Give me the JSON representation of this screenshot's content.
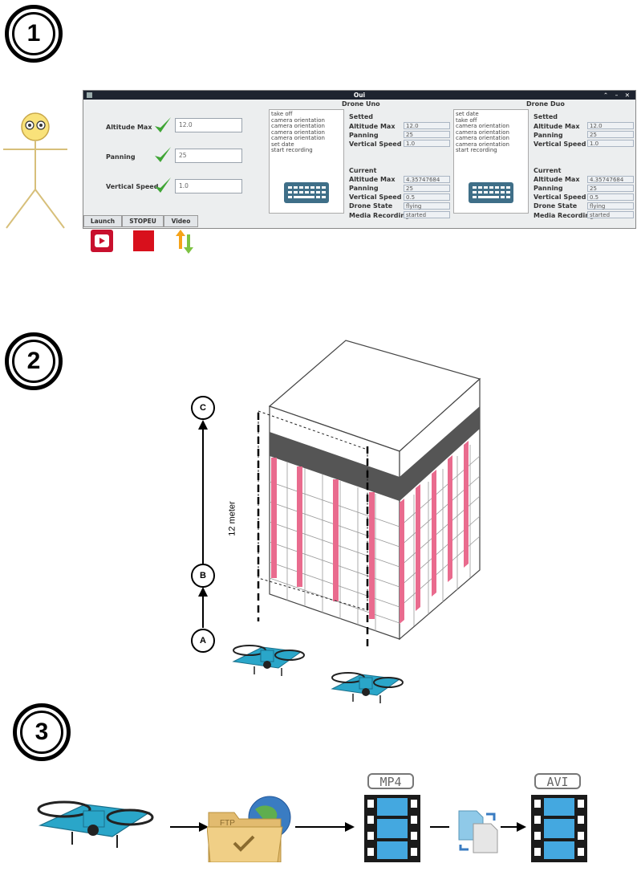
{
  "steps": [
    "1",
    "2",
    "3"
  ],
  "window": {
    "title": "Oui",
    "controls": "⌃ – ✕",
    "labels": {
      "altitude": "Altitude Max",
      "panning": "Panning",
      "vspeed": "Vertical Speed"
    },
    "inputs": {
      "altitude": "12.0",
      "panning": "25",
      "vspeed": "1.0"
    },
    "tabs": [
      "Launch",
      "STOPEU",
      "Video"
    ],
    "drones": [
      {
        "name": "Drone Uno",
        "log": [
          "take off",
          "camera orientation",
          "camera orientation",
          "camera orientation",
          "camera orientation",
          "set date",
          "start recording"
        ],
        "setted_title": "Setted",
        "setted": [
          {
            "label": "Altitude Max",
            "value": "12.0"
          },
          {
            "label": "Panning",
            "value": "25"
          },
          {
            "label": "Vertical Speed",
            "value": "1.0"
          }
        ],
        "current_title": "Current",
        "current": [
          {
            "label": "Altitude Max",
            "value": "4.35747684"
          },
          {
            "label": "Panning",
            "value": "25"
          },
          {
            "label": "Vertical Speed",
            "value": "0.5"
          },
          {
            "label": "Drone State",
            "value": "flying"
          },
          {
            "label": "Media Recording",
            "value": "started"
          }
        ]
      },
      {
        "name": "Drone Duo",
        "log": [
          "set date",
          "take off",
          "camera orientation",
          "camera orientation",
          "camera orientation",
          "camera orientation",
          "start recording"
        ],
        "setted_title": "Setted",
        "setted": [
          {
            "label": "Altitude Max",
            "value": "12.0"
          },
          {
            "label": "Panning",
            "value": "25"
          },
          {
            "label": "Vertical Speed",
            "value": "1.0"
          }
        ],
        "current_title": "Current",
        "current": [
          {
            "label": "Altitude Max",
            "value": "4.35747684"
          },
          {
            "label": "Panning",
            "value": "25"
          },
          {
            "label": "Vertical Speed",
            "value": "0.5"
          },
          {
            "label": "Drone State",
            "value": "flying"
          },
          {
            "label": "Media Recording",
            "value": "started"
          }
        ]
      }
    ]
  },
  "path": {
    "points": [
      "A",
      "B",
      "C"
    ],
    "height_label": "12 meter"
  },
  "pipeline": {
    "ftp_label": "FTP",
    "formats": [
      "MP4",
      "AVI"
    ]
  },
  "colors": {
    "accent_pink": "#e96b8e",
    "drone_blue": "#2aa6c9",
    "check_green": "#3fa535",
    "stop_red": "#d8101c"
  }
}
